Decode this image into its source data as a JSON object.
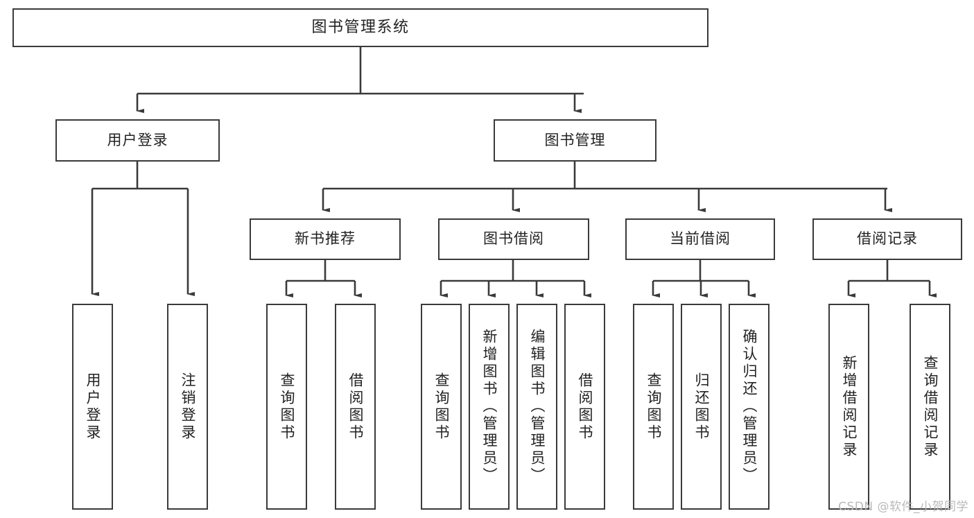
{
  "diagram": {
    "title": "图书管理系统",
    "type": "tree",
    "watermark": "CSDN @软件_小贺同学",
    "colors": {
      "border": "#3a3a3a",
      "text": "#222222",
      "background": "#ffffff",
      "watermark": "#b9b9b9"
    },
    "levels": {
      "root": {
        "label": "图书管理系统"
      },
      "level2": [
        {
          "label": "用户登录"
        },
        {
          "label": "图书管理"
        }
      ],
      "level3": [
        {
          "label": "新书推荐"
        },
        {
          "label": "图书借阅"
        },
        {
          "label": "当前借阅"
        },
        {
          "label": "借阅记录"
        }
      ]
    },
    "leaves": {
      "user_login": [
        {
          "label": "用户登录"
        },
        {
          "label": "注销登录"
        }
      ],
      "new_book_recommend": [
        {
          "label": "查询图书"
        },
        {
          "label": "借阅图书"
        }
      ],
      "book_borrow": [
        {
          "label": "查询图书"
        },
        {
          "label": "新增图书（管理员）"
        },
        {
          "label": "编辑图书（管理员）"
        },
        {
          "label": "借阅图书"
        }
      ],
      "current_borrow": [
        {
          "label": "查询图书"
        },
        {
          "label": "归还图书"
        },
        {
          "label": "确认归还（管理员）"
        }
      ],
      "borrow_record": [
        {
          "label": "新增借阅记录"
        },
        {
          "label": "查询借阅记录"
        }
      ]
    }
  }
}
